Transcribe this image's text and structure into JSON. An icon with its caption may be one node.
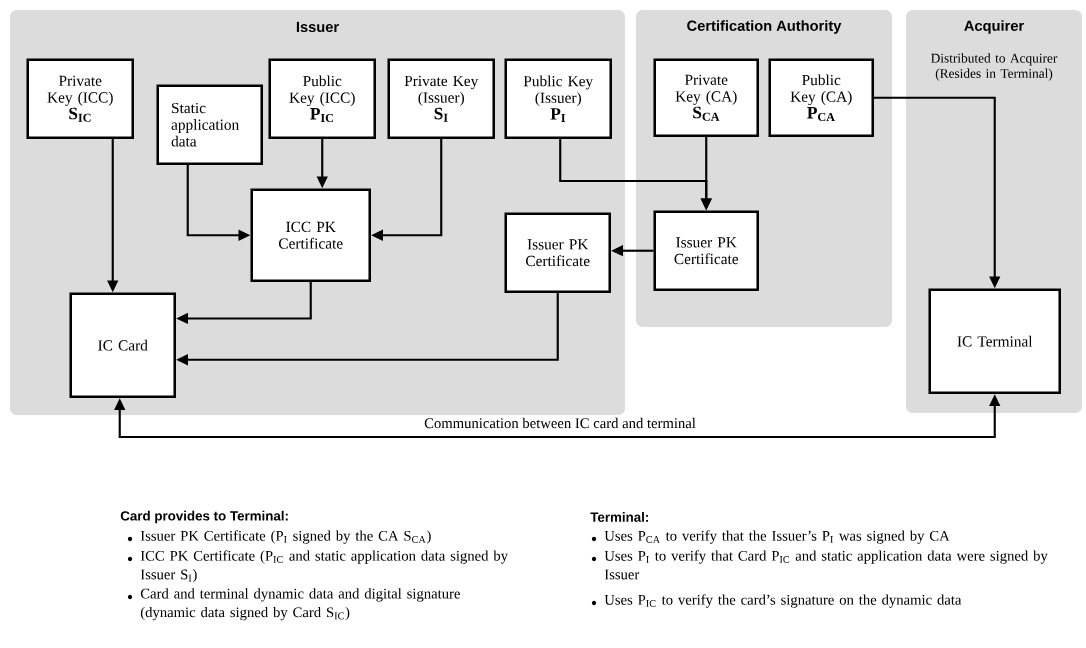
{
  "diagram": {
    "nodes": [
      {
        "text": [
          "Issuer"
        ]
      },
      {
        "text": [
          "Certification Authority"
        ]
      },
      {
        "text": [
          "Acquirer",
          "Distributed to Acquirer (Resides in Terminal)"
        ]
      },
      {
        "text": [
          "Private Key (ICC)",
          "S$_{IC}$"
        ],
        "in": 0
      },
      {
        "text": [
          "Static application data"
        ],
        "in": 0
      },
      {
        "text": [
          "Public Key (ICC)",
          "P$_{IC}$"
        ],
        "in": 0
      },
      {
        "text": [
          "Private Key (Issuer)",
          "S$_{I}$"
        ],
        "in": 0
      },
      {
        "text": [
          "Public Key (Issuer)",
          "P$_{I}$"
        ],
        "in": 0
      },
      {
        "text": [
          "ICC PK Certificate"
        ],
        "in": 0
      },
      {
        "text": [
          "Issuer PK Certificate"
        ],
        "in": 0
      },
      {
        "text": [
          "IC Card"
        ],
        "in": 0
      },
      {
        "text": [
          "Private Key (CA)",
          "S$_{CA}$"
        ],
        "in": 1
      },
      {
        "text": [
          "Public Key (CA)",
          "P$_{CA}$"
        ],
        "in": 1
      },
      {
        "text": [
          "Issuer PK Certificate"
        ],
        "in": 1
      },
      {
        "text": [
          "IC Terminal"
        ],
        "in": 2
      }
    ],
    "edges": [
      {
        "from": 3,
        "to": 10,
        "arrow": "to"
      },
      {
        "from": 4,
        "to": 8,
        "arrow": "to"
      },
      {
        "from": 5,
        "to": 8,
        "arrow": "to"
      },
      {
        "from": 6,
        "to": 8,
        "arrow": "to"
      },
      {
        "from": 8,
        "to": 10,
        "arrow": "to"
      },
      {
        "from": 9,
        "to": 10,
        "arrow": "to"
      },
      {
        "from": 7,
        "to": 13,
        "arrow": "to"
      },
      {
        "from": 11,
        "to": 13,
        "arrow": "to"
      },
      {
        "from": 13,
        "to": 9,
        "arrow": "to"
      },
      {
        "from": 12,
        "to": 14,
        "arrow": "to"
      },
      {
        "from": 10,
        "to": 14,
        "arrow": "both",
        "label": "Communication between IC card and terminal"
      }
    ],
    "labels": [
      "Card provides to Terminal:",
      "Issuer PK Certificate (P$_{I}$ signed by the CA S$_{CA}$)",
      "ICC PK Certificate (P$_{IC}$ and static application data signed by Issuer S$_{I}$)",
      "Card and terminal dynamic data and digital signature (dynamic data signed by Card S$_{IC}$)",
      "Terminal:",
      "Uses P$_{CA}$ to verify that the Issuer’s P$_{I}$ was signed by CA",
      "Uses P$_{I}$ to verify that Card P$_{IC}$ and static application data were signed by Issuer",
      "Uses P$_{IC}$ to verify the card’s signature on the dynamic data"
    ]
  }
}
